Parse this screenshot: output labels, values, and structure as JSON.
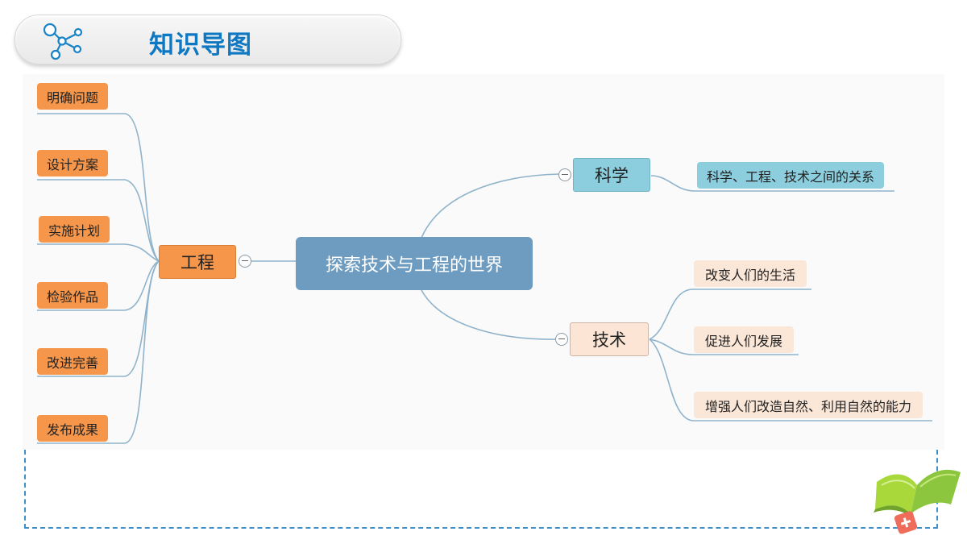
{
  "header": {
    "title": "知识导图",
    "icon": "molecule-network-icon"
  },
  "mindmap": {
    "center": "探索技术与工程的世界",
    "branches": {
      "engineering": {
        "label": "工程",
        "children": [
          "明确问题",
          "设计方案",
          "实施计划",
          "检验作品",
          "改进完善",
          "发布成果"
        ]
      },
      "science": {
        "label": "科学",
        "children": [
          "科学、工程、技术之间的关系"
        ]
      },
      "technology": {
        "label": "技术",
        "children": [
          "改变人们的生活",
          "促进人们发展",
          "增强人们改造自然、利用自然的能力"
        ]
      }
    }
  },
  "colors": {
    "title": "#0f78c2",
    "engineering": "#f6964a",
    "science": "#8ccede",
    "technology": "#fbe7d8",
    "center": "#6d9cc0",
    "connector": "#8fb3cb",
    "dashed_border": "#3f8fc9"
  },
  "decoration": {
    "corner_icon": "open-book-icon"
  }
}
